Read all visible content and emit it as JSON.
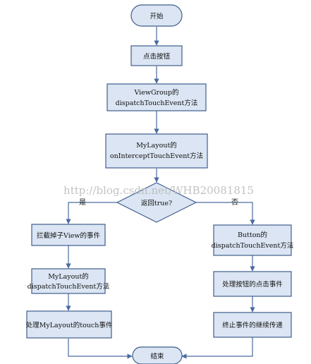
{
  "nodes": {
    "start": "开始",
    "click": "点击按钮",
    "vg_line1": "ViewGroup的",
    "vg_line2": "dispatchTouchEvent方法",
    "ml_line1": "MyLayout的",
    "ml_line2": "onInterceptTouchEvent方法",
    "decision": "返回true?",
    "intercept": "拦截掉子View的事件",
    "mld_line1": "MyLayout的",
    "mld_line2": "dispatchTouchEvent方法",
    "ml_touch": "处理MyLayout的touch事件",
    "btn_line1": "Button的",
    "btn_line2": "dispatchTouchEvent方法",
    "btn_click": "处理按钮的点击事件",
    "terminate": "终止事件的继续传递",
    "end": "结束"
  },
  "labels": {
    "yes": "是",
    "no": "否"
  },
  "watermark": "http://blog.csdn.net/WHB20081815"
}
